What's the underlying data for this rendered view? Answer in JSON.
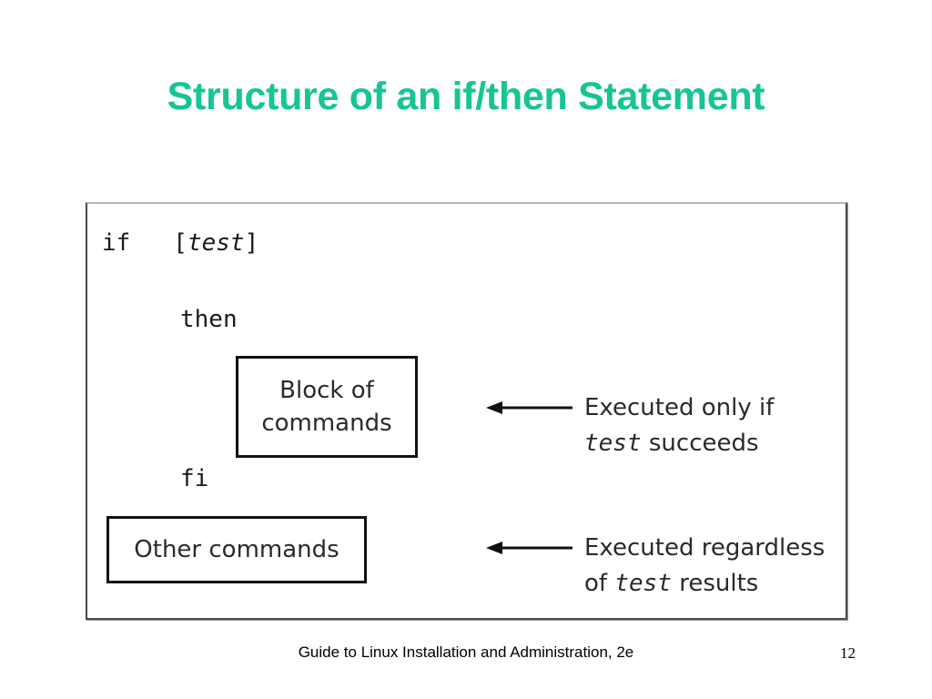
{
  "slide": {
    "title": "Structure of an if/then Statement",
    "footer": "Guide to Linux Installation and Administration, 2e",
    "page_number": "12",
    "title_color": "#16c593"
  },
  "diagram": {
    "if_line": {
      "keyword": "if",
      "open_bracket": "[",
      "test": "test",
      "close_bracket": "]"
    },
    "then_keyword": "then",
    "fi_keyword": "fi",
    "block_box": {
      "line1": "Block of",
      "line2": "commands"
    },
    "other_box": {
      "label": "Other commands"
    },
    "note_block": {
      "line1": "Executed only if",
      "line2_code": "test",
      "line2_rest": " succeeds",
      "arrow_icon": "left-arrow"
    },
    "note_other": {
      "line1": "Executed regardless",
      "line2_prefix": "of ",
      "line2_code": "test",
      "line2_rest": " results",
      "arrow_icon": "left-arrow"
    }
  }
}
